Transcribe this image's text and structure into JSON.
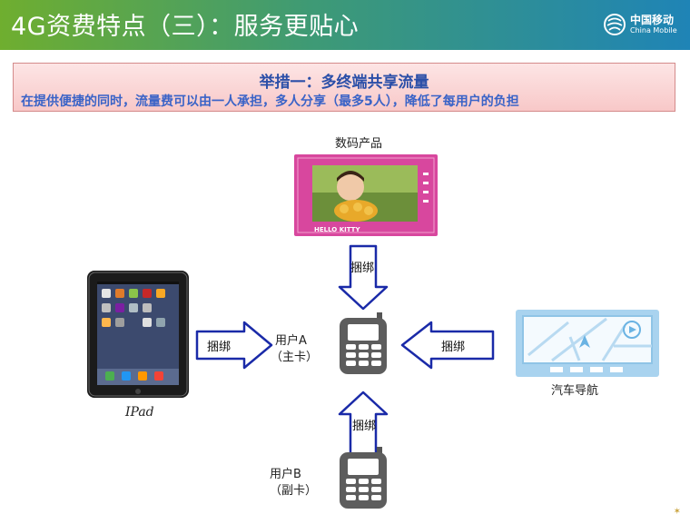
{
  "header": {
    "title": "4G资费特点（三）：服务更贴心",
    "logo_cn": "中国移动",
    "logo_en": "China Mobile"
  },
  "banner": {
    "title": "举措一：多终端共享流量",
    "subtitle": "在提供便捷的同时，流量费可以由一人承担，多人分享（最多5人），降低了每用户的负担"
  },
  "devices": {
    "digital_label": "数码产品",
    "ipad_label": "IPad",
    "car_label": "汽车导航",
    "frame_brand": "HELLO KITTY"
  },
  "users": {
    "user_a_line1": "用户A",
    "user_a_line2": "（主卡）",
    "user_b_line1": "用户B",
    "user_b_line2": "（副卡）"
  },
  "arrows": {
    "bind": "捆绑"
  },
  "colors": {
    "header_start": "#6fae2f",
    "header_end": "#1f84b6",
    "arrow_stroke": "#1a2aa8",
    "banner_title": "#2b4fa8",
    "banner_bg": "#f8c8c8"
  }
}
